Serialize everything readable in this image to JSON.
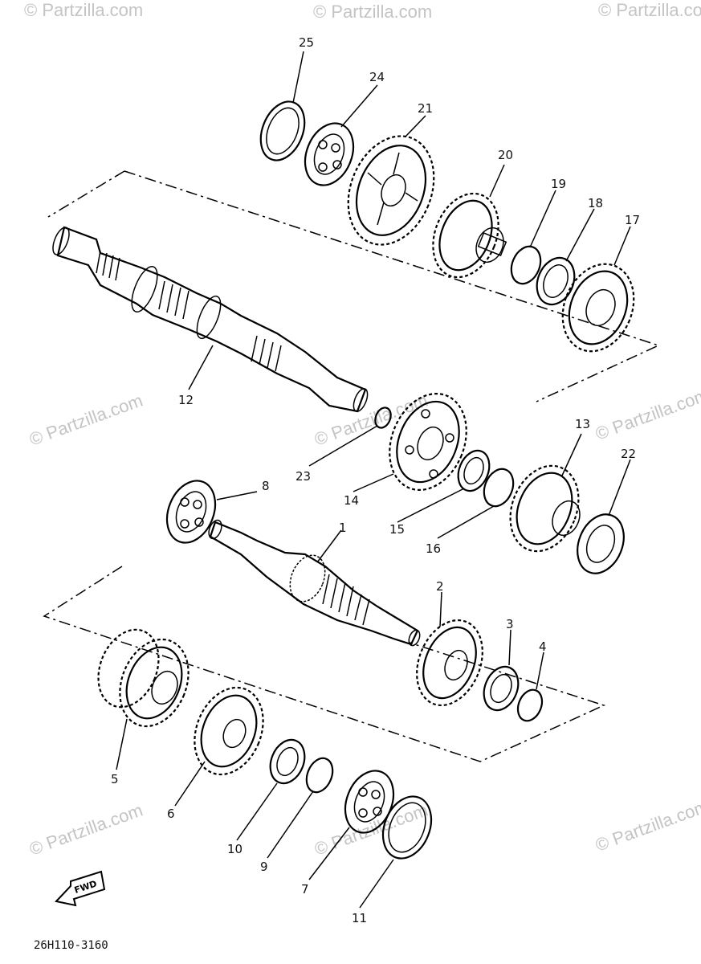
{
  "watermark": "© Partzilla.com",
  "diagram_code": "26H110-3160",
  "fwd_label": "FWD",
  "callouts": [
    "1",
    "2",
    "3",
    "4",
    "5",
    "6",
    "7",
    "8",
    "9",
    "10",
    "11",
    "12",
    "13",
    "14",
    "15",
    "16",
    "17",
    "18",
    "19",
    "20",
    "21",
    "22",
    "23",
    "24",
    "25"
  ]
}
